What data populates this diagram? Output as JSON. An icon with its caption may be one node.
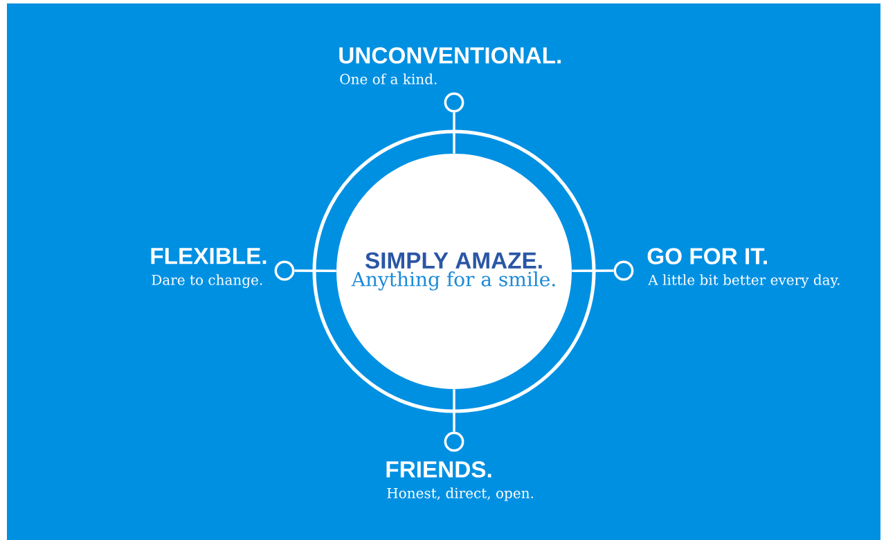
{
  "diagram": {
    "nodes": [
      {
        "text": [],
        "shape": "circle"
      },
      {
        "text": [
          "SIMPLY AMAZE.",
          "Anything for a smile."
        ],
        "in": 0
      },
      {
        "text": [],
        "shape": "circle",
        "beside": [
          "UNCONVENTIONAL.",
          "One of a kind."
        ]
      },
      {
        "text": [],
        "shape": "circle",
        "beside": [
          "FLEXIBLE.",
          "Dare to change."
        ]
      },
      {
        "text": [],
        "shape": "circle",
        "beside": [
          "GO FOR IT.",
          "A little bit better every day."
        ]
      },
      {
        "text": [],
        "shape": "circle",
        "beside": [
          "FRIENDS.",
          "Honest, direct, open."
        ]
      }
    ],
    "edges": [
      {
        "from": 2,
        "to": 1,
        "arrow": "none"
      },
      {
        "from": 3,
        "to": 1,
        "arrow": "none"
      },
      {
        "from": 4,
        "to": 1,
        "arrow": "none"
      },
      {
        "from": 5,
        "to": 1,
        "arrow": "none"
      }
    ]
  }
}
